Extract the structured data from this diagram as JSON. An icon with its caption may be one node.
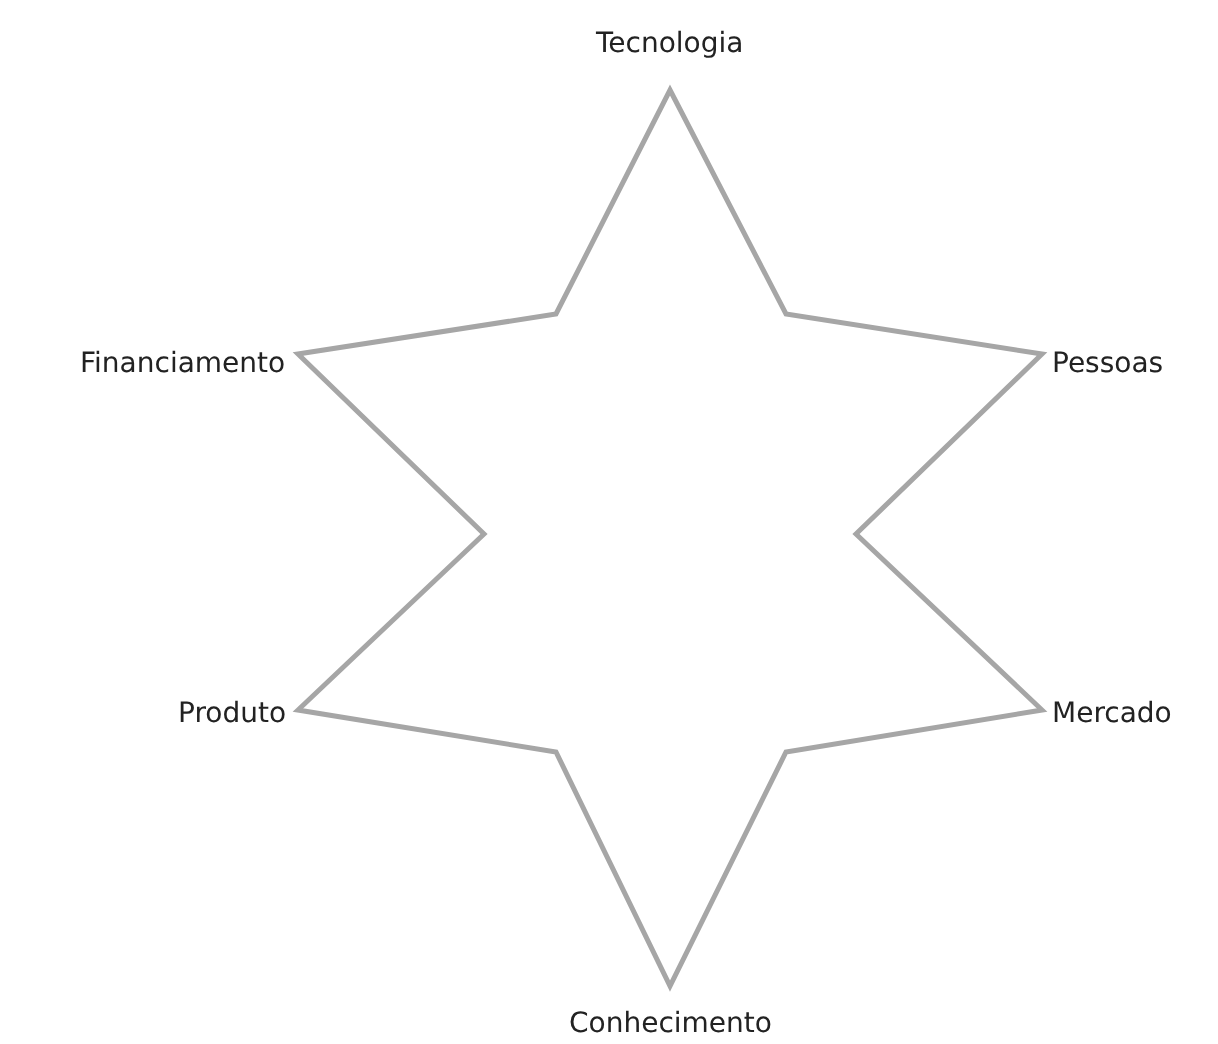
{
  "diagram": {
    "labels": [
      "Tecnologia",
      "Financiamento",
      "Pessoas",
      "Produto",
      "Mercado",
      "Conhecimento"
    ]
  }
}
